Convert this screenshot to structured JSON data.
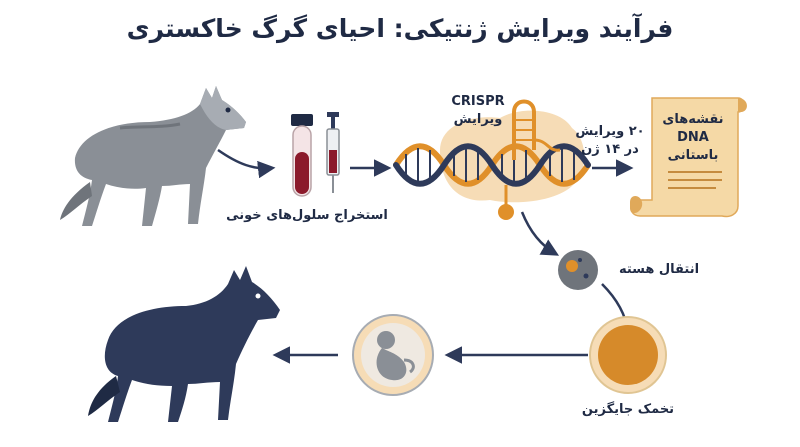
{
  "title": "فرآیند ویرایش ژنتیکی: احیای گرگ خاکستری",
  "labels": {
    "blood_extraction": "استخراج سلول‌های خونی",
    "crispr_line1": "CRISPR",
    "crispr_line2": "ویرایش",
    "edits_line1": "۲۰ ویرایش",
    "edits_line2": "در ۱۴ ژن",
    "dna_map_line1": "نقشه‌های",
    "dna_map_line2": "DNA",
    "dna_map_line3": "باستانی",
    "nuclear_transfer": "انتقال هسته",
    "donor_egg": "تخمک جایگزین"
  },
  "colors": {
    "title": "#1f2a44",
    "gray_wolf": "#8a8f96",
    "dark_wolf": "#2e3a5a",
    "blood": "#8b1a2b",
    "dna_orange": "#e0902a",
    "dna_navy": "#2e3a5a",
    "scroll": "#f5d9a6",
    "arrow": "#2e3a5a"
  },
  "icons": [
    "gray-wolf-icon",
    "blood-tube-icon",
    "syringe-icon",
    "dna-helix-icon",
    "crispr-complex-icon",
    "scroll-icon",
    "nucleus-cell-icon",
    "egg-cell-icon",
    "embryo-icon",
    "dark-wolf-icon"
  ]
}
